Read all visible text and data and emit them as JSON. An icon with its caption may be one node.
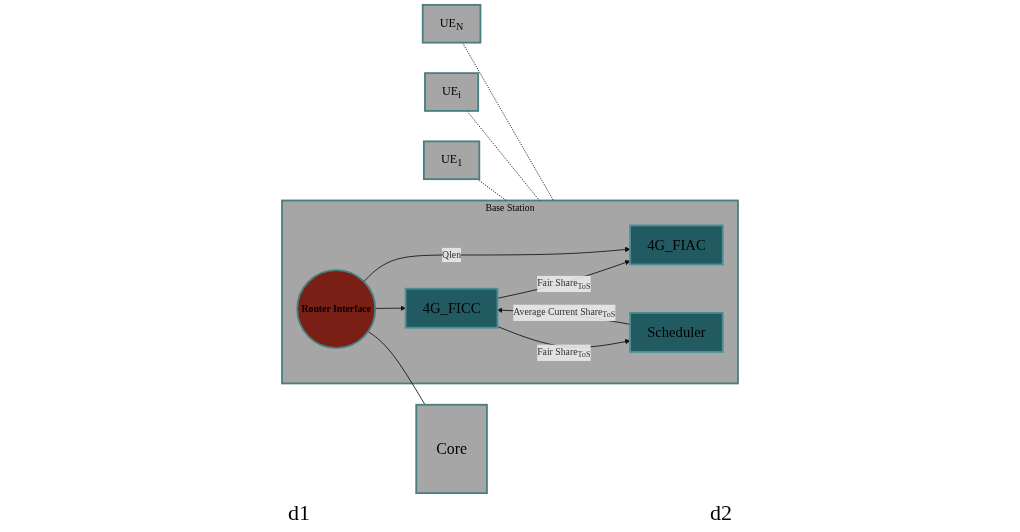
{
  "diagram": {
    "nodes": [
      {
        "text": [
          "UE$_{1}$"
        ]
      },
      {
        "text": [
          "UE$_{i}$"
        ]
      },
      {
        "text": [
          "UE$_{N}$"
        ]
      },
      {
        "text": [
          "Base Station"
        ]
      },
      {
        "text": [
          "4G_FIAC"
        ],
        "in": 3
      },
      {
        "text": [
          "4G_FICC"
        ],
        "in": 3
      },
      {
        "text": [
          "Scheduler"
        ],
        "in": 3
      },
      {
        "text": [
          "Router Interface"
        ],
        "in": 3
      },
      {
        "text": [
          "Core"
        ]
      }
    ],
    "edges": [
      {
        "from": 0,
        "to": 3,
        "arrow": "none",
        "style": "dashed"
      },
      {
        "from": 1,
        "to": 3,
        "arrow": "none",
        "style": "dashed"
      },
      {
        "from": 2,
        "to": 3,
        "arrow": "none",
        "style": "dashed"
      },
      {
        "from": 5,
        "to": 4,
        "arrow": "to",
        "label": "Fair Share$_{ToS}$"
      },
      {
        "from": 5,
        "to": 6,
        "arrow": "to",
        "label": "Fair Share$_{ToS}$"
      },
      {
        "from": 6,
        "to": 5,
        "arrow": "to",
        "label": "Average Current Share$_{ToS}$"
      },
      {
        "from": 7,
        "to": 4,
        "arrow": "to",
        "label": "Qlen"
      },
      {
        "from": 7,
        "to": 5,
        "arrow": "to"
      },
      {
        "from": 7,
        "to": 8,
        "arrow": "none"
      }
    ],
    "labels": [
      "d1",
      "d2"
    ]
  }
}
